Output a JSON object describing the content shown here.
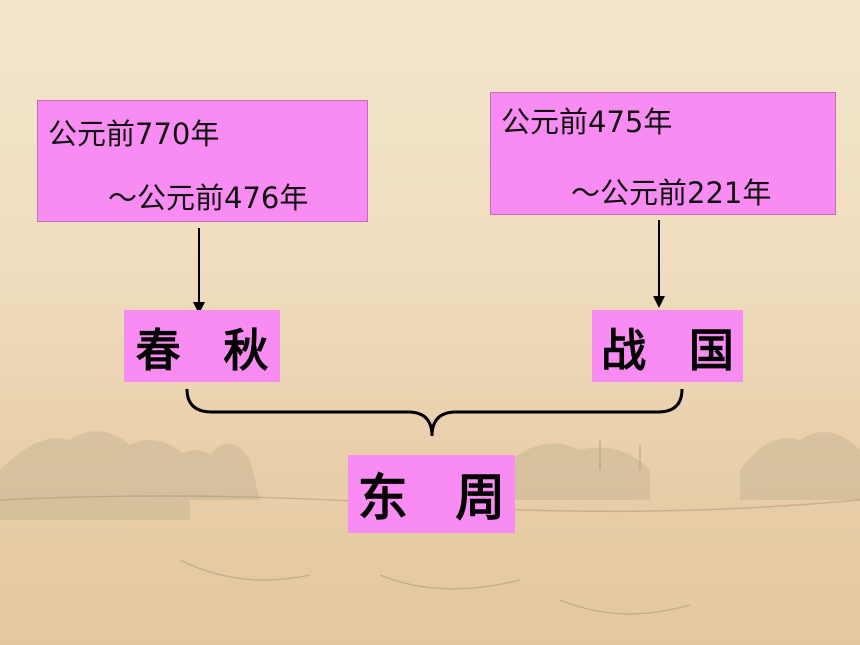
{
  "diagram": {
    "left_range": {
      "line1": "公元前770年",
      "line2": "～公元前476年"
    },
    "right_range": {
      "line1": "公元前475年",
      "line2": "～公元前221年"
    },
    "left_period": "春 秋",
    "right_period": "战 国",
    "combined_period": "东 周"
  },
  "colors": {
    "box_fill": "#f98cf2",
    "background": "#efdcbc",
    "lines": "#000000"
  }
}
